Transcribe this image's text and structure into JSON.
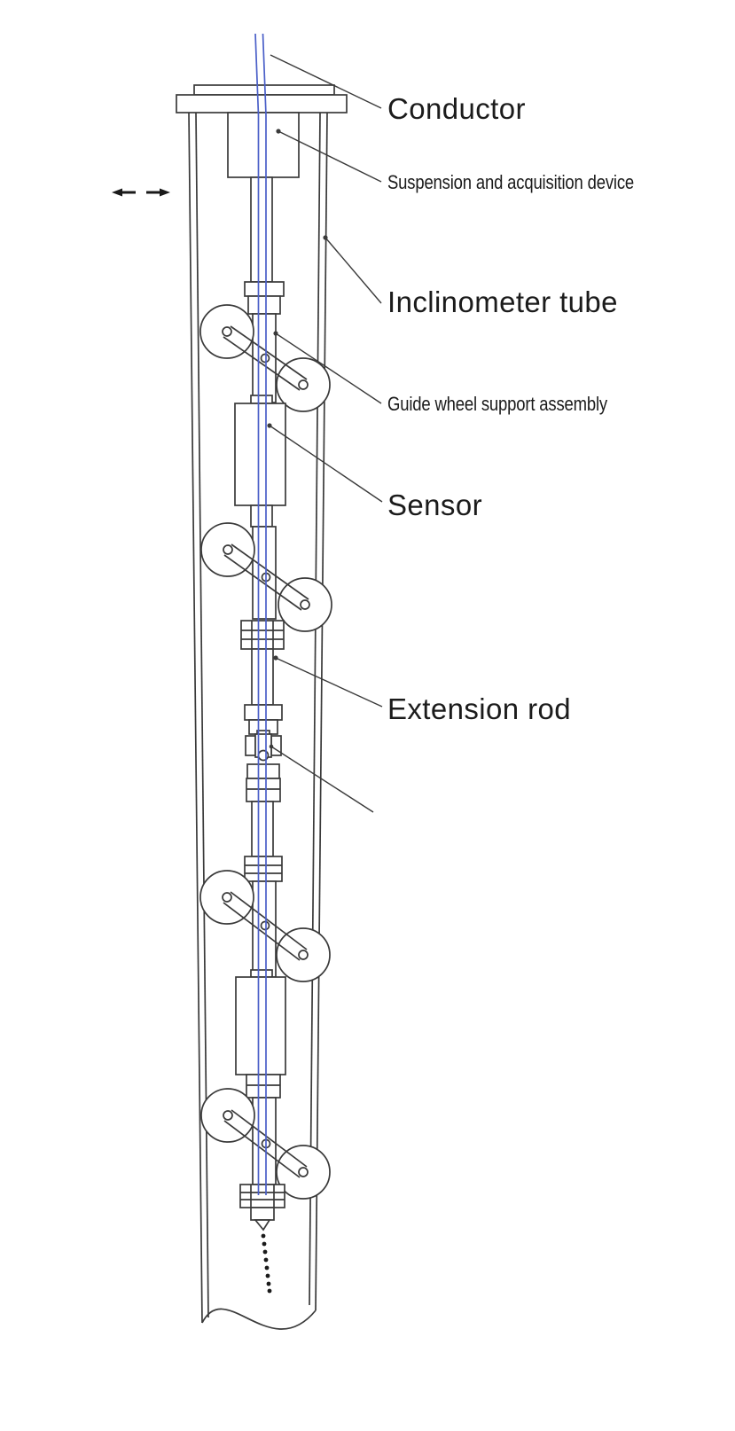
{
  "diagram": {
    "callouts": [
      {
        "label": "Conductor"
      },
      {
        "label": "Suspension and acquisition device"
      },
      {
        "label": "Inclinometer tube"
      },
      {
        "label": "Guide wheel support assembly"
      },
      {
        "label": "Sensor"
      },
      {
        "label": "Extension rod"
      }
    ],
    "colors": {
      "line": "#3a3a3a",
      "cable": "#4a5fc8",
      "background": "#ffffff",
      "text": "#1b1b1b"
    }
  }
}
